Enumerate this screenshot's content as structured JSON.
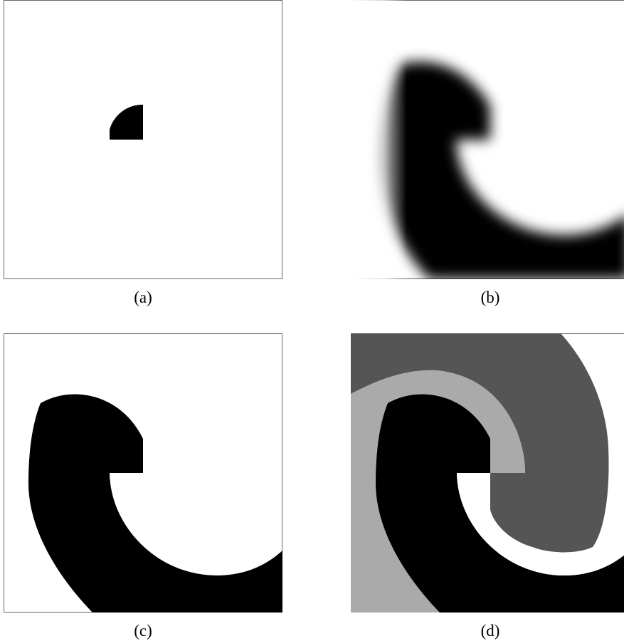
{
  "figure": {
    "panels": [
      {
        "id": "a",
        "caption": "(a)"
      },
      {
        "id": "b",
        "caption": "(b)"
      },
      {
        "id": "c",
        "caption": "(c)"
      },
      {
        "id": "d",
        "caption": "(d)"
      }
    ]
  },
  "colors": {
    "background": "#ffffff",
    "foreground": "#000000",
    "light_gray": "#aaaaaa",
    "dark_gray": "#555555",
    "frame": "#666666"
  }
}
